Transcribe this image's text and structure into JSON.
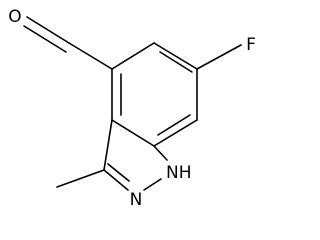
{
  "molecule": {
    "atoms": {
      "oxygen": "O",
      "fluorine": "F",
      "nitrogen_nh": "NH",
      "nitrogen": "N"
    }
  }
}
